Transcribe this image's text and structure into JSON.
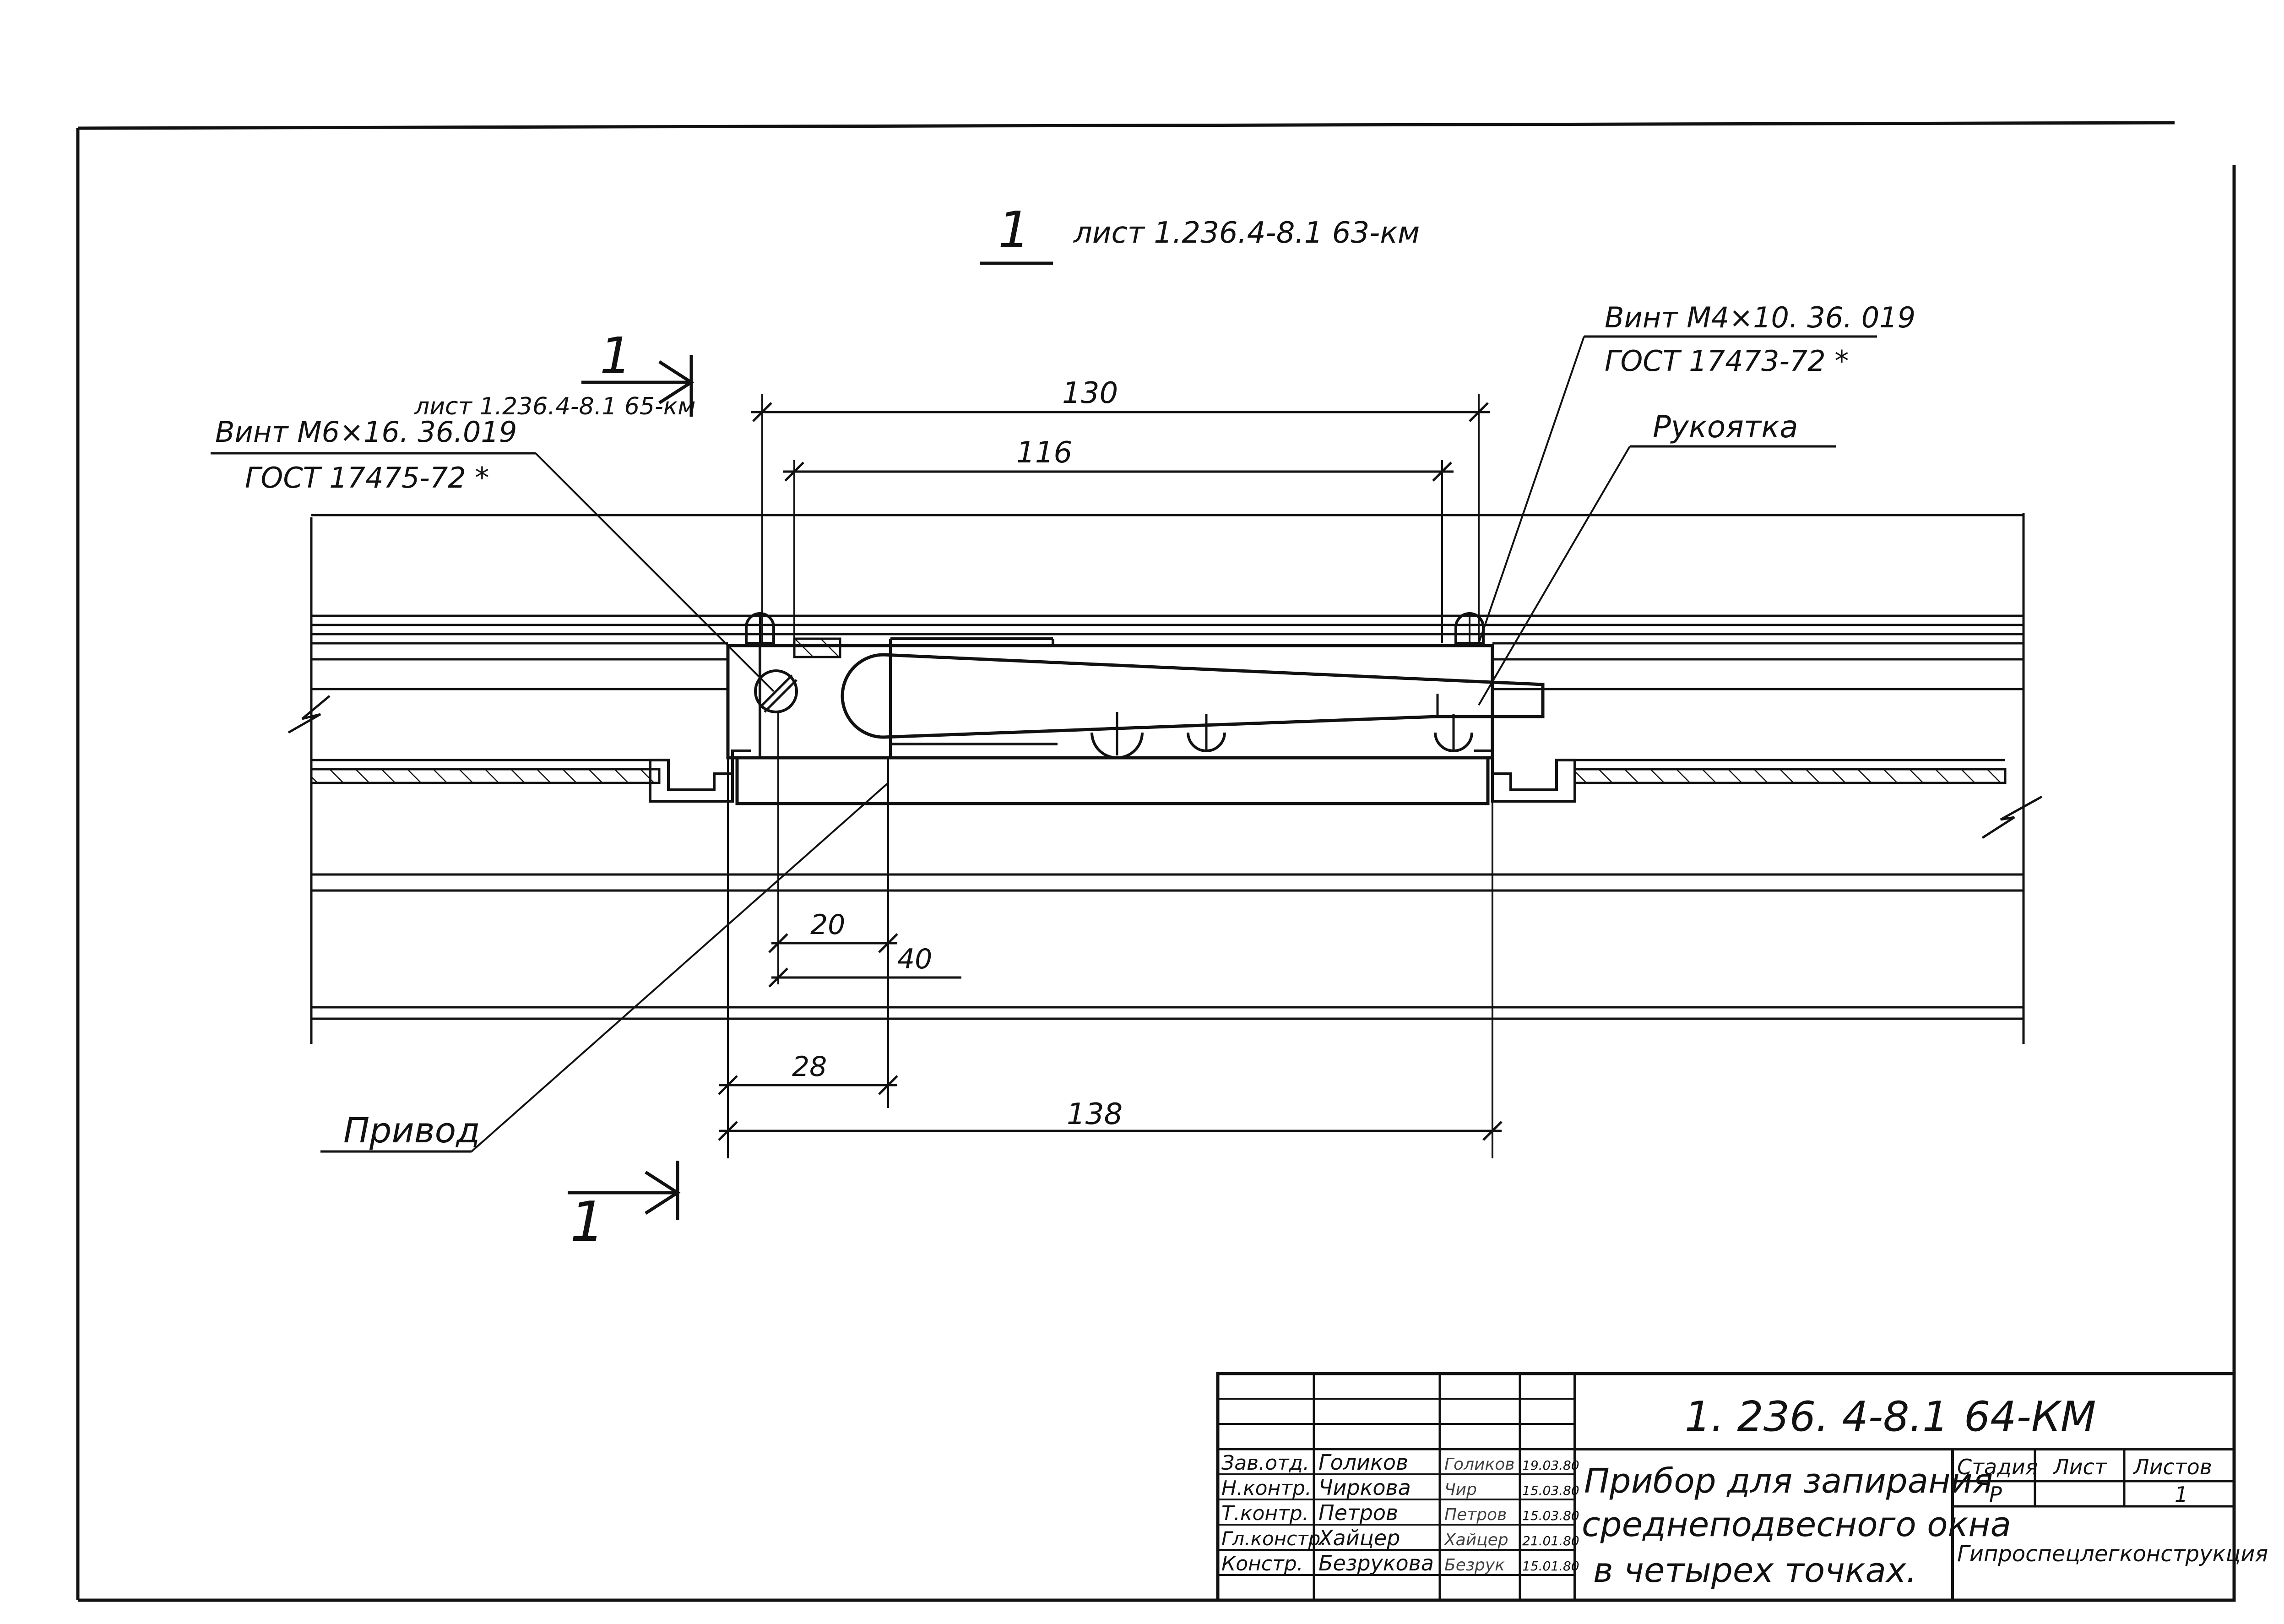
{
  "section_header": {
    "number": "1",
    "reference": "лист 1.236.4-8.1 63-км"
  },
  "section_cut_top": {
    "number": "1",
    "reference": "лист 1.236.4-8.1 65-км"
  },
  "section_cut_bottom": {
    "number": "1"
  },
  "callouts": {
    "screw_m6_line1": "Винт М6×16. 36.019",
    "screw_m6_line2": "ГОСТ 17475-72 *",
    "screw_m4_line1": "Винт М4×10. 36. 019",
    "screw_m4_line2": "ГОСТ 17473-72 *",
    "handle": "Рукоятка",
    "drive": "Привод"
  },
  "dimensions": {
    "d130": "130",
    "d116": "116",
    "d20": "20",
    "d40": "40",
    "d28": "28",
    "d138": "138"
  },
  "title_block": {
    "code": "1. 236. 4-8.1",
    "sheet_code": "64-КМ",
    "title_line1": "Прибор для запирания",
    "title_line2": "среднеподвесного окна",
    "title_line3": "в четырех точках.",
    "stage_label": "Стадия",
    "sheet_label": "Лист",
    "sheets_label": "Листов",
    "stage_value": "Р",
    "sheet_value": "",
    "sheets_value": "1",
    "organization": "Гипроспецлегконструкция",
    "roles": [
      {
        "role": "Зав.отд.",
        "name": "Голиков",
        "signature": "Голиков",
        "date": "19.03.80"
      },
      {
        "role": "Н.контр.",
        "name": "Чиркова",
        "signature": "Чир",
        "date": "15.03.80"
      },
      {
        "role": "Т.контр.",
        "name": "Петров",
        "signature": "Петров",
        "date": "15.03.80"
      },
      {
        "role": "Гл.констр.",
        "name": "Хайцер",
        "signature": "Хайцер",
        "date": "21.01.80"
      },
      {
        "role": "Констр.",
        "name": "Безрукова",
        "signature": "Безрук",
        "date": "15.01.80"
      }
    ]
  }
}
